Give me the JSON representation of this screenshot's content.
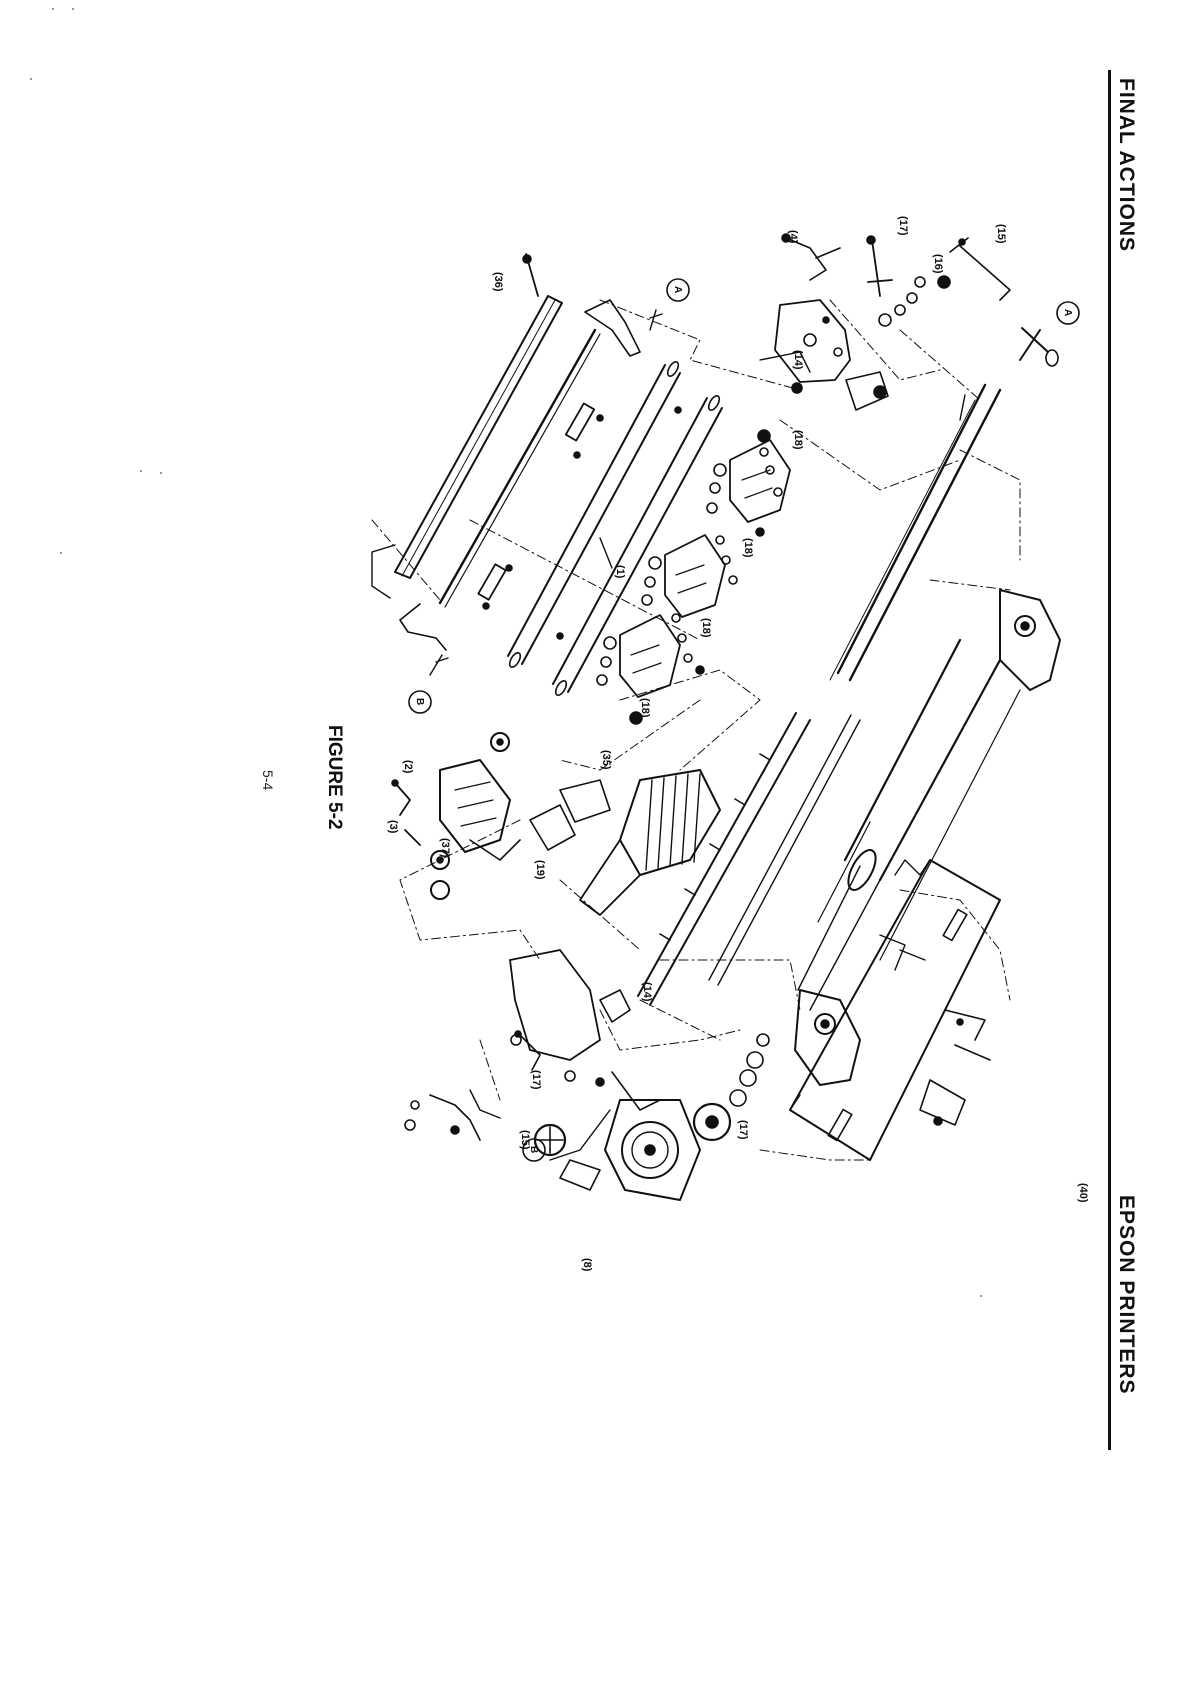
{
  "header": {
    "left": "FINAL ACTIONS",
    "right": "EPSON PRINTERS"
  },
  "figure": {
    "caption": "FIGURE 5-2",
    "callouts": [
      "(36)",
      "(4)",
      "(17)",
      "(16)",
      "(15)",
      "(14)",
      "(18)",
      "(18)",
      "(18)",
      "(18)",
      "(1)",
      "(35)",
      "(2)",
      "(3)",
      "(37)",
      "(19)",
      "(14)",
      "(17)",
      "(15)",
      "(8)",
      "(17)",
      "(40)"
    ],
    "circle_labels": [
      "A",
      "A",
      "B",
      "B"
    ]
  },
  "footer": {
    "page_number": "5-4"
  }
}
